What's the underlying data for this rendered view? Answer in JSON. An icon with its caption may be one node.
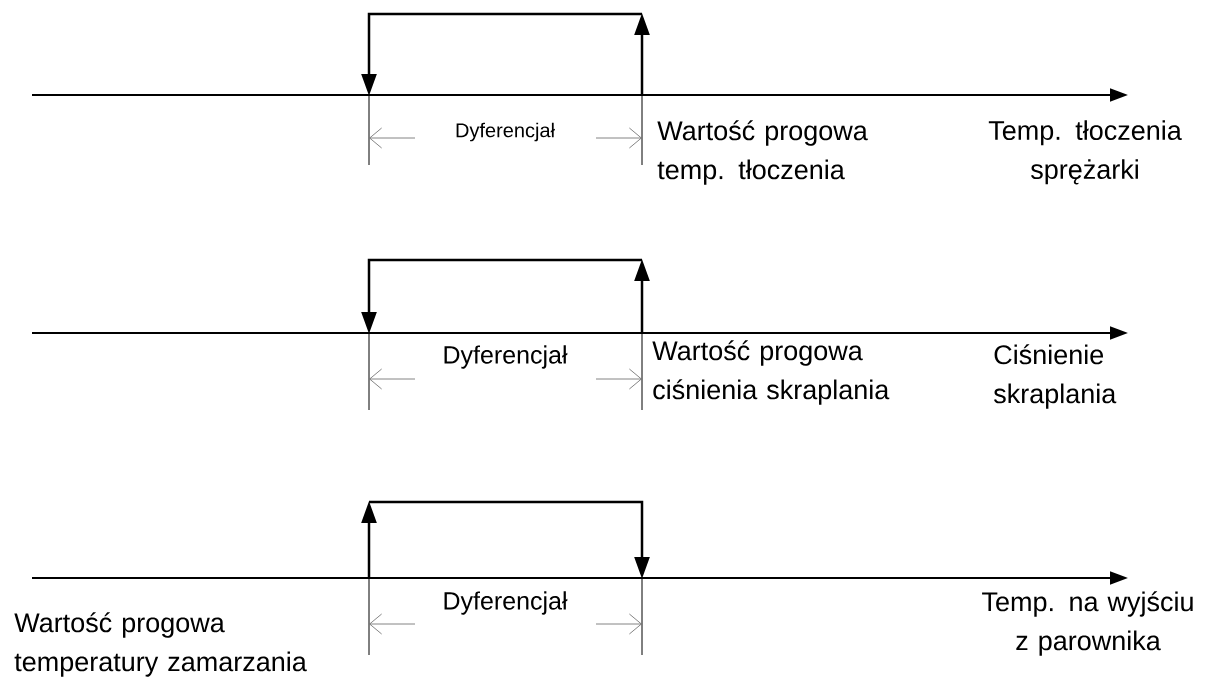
{
  "diagram": {
    "labels": [
      "Dyferencjał",
      "Wartość progowa temp. tłoczenia",
      "Temp. tłoczenia sprężarki",
      "Dyferencjał",
      "Wartość progowa ciśnienia skraplania",
      "Ciśnienie skraplania",
      "Dyferencjał",
      "Temp. na wyjściu z parownika",
      "Wartość progowa temperatury zamarzania"
    ]
  }
}
